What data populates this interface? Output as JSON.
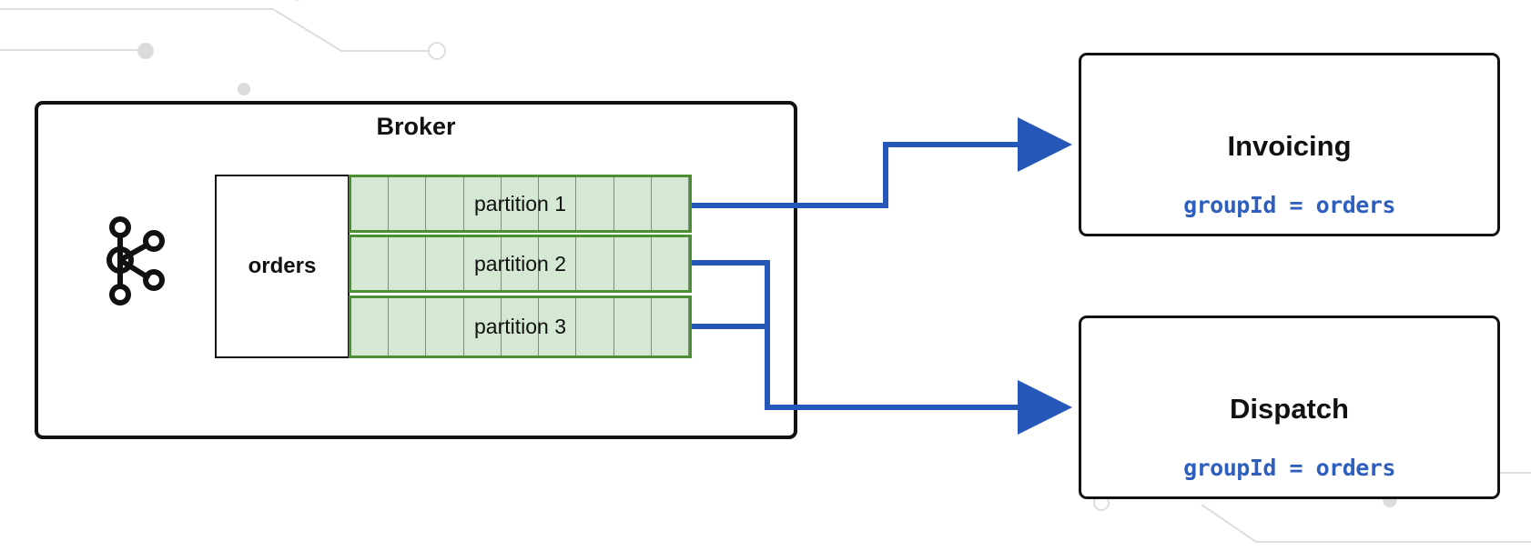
{
  "diagram": {
    "broker": {
      "title": "Broker",
      "logo_icon": "kafka-icon"
    },
    "topic": {
      "label": "orders"
    },
    "partitions": [
      {
        "label": "partition 1"
      },
      {
        "label": "partition 2"
      },
      {
        "label": "partition 3"
      }
    ],
    "consumers": [
      {
        "name": "Invoicing",
        "group": "groupId = orders"
      },
      {
        "name": "Dispatch",
        "group": "groupId = orders"
      }
    ],
    "colors": {
      "arrow": "#2457b8",
      "partition_fill": "#d5e8d4",
      "partition_border": "#4a8f31",
      "group_text": "#2e5fbf",
      "background_circuit": "#dcdcdc"
    }
  }
}
